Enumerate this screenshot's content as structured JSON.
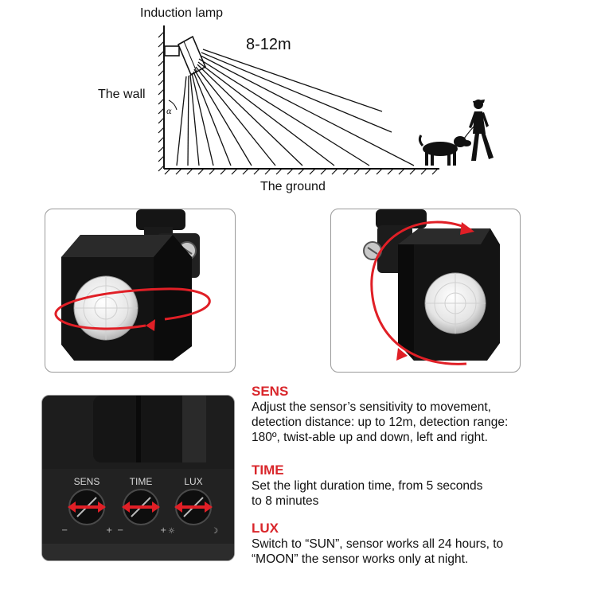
{
  "diagram": {
    "lamp_label": "Induction lamp",
    "distance_label": "8-12m",
    "wall_label": "The wall",
    "ground_label": "The ground",
    "angle_symbol": "α"
  },
  "knobs": [
    {
      "label": "SENS",
      "left_mark": "−",
      "right_mark": "+"
    },
    {
      "label": "TIME",
      "left_mark": "−",
      "right_mark": "+"
    },
    {
      "label": "LUX",
      "left_mark": "☼",
      "right_mark": "☽"
    }
  ],
  "sections": {
    "sens": {
      "heading": "SENS",
      "lines": [
        "Adjust the sensor’s sensitivity to movement,",
        "detection distance: up to 12m, detection range:",
        "180º, twist-able up and down, left and right."
      ]
    },
    "time": {
      "heading": "TIME",
      "lines": [
        "Set the light duration time, from 5 seconds",
        "to 8 minutes"
      ]
    },
    "lux": {
      "heading": "LUX",
      "lines": [
        "Switch to “SUN”, sensor works all 24 hours, to",
        "“MOON” the sensor works only at night."
      ]
    }
  },
  "colors": {
    "accent_red": "#d9262b",
    "arrow_red": "#e01f26",
    "device_black": "#151515"
  }
}
